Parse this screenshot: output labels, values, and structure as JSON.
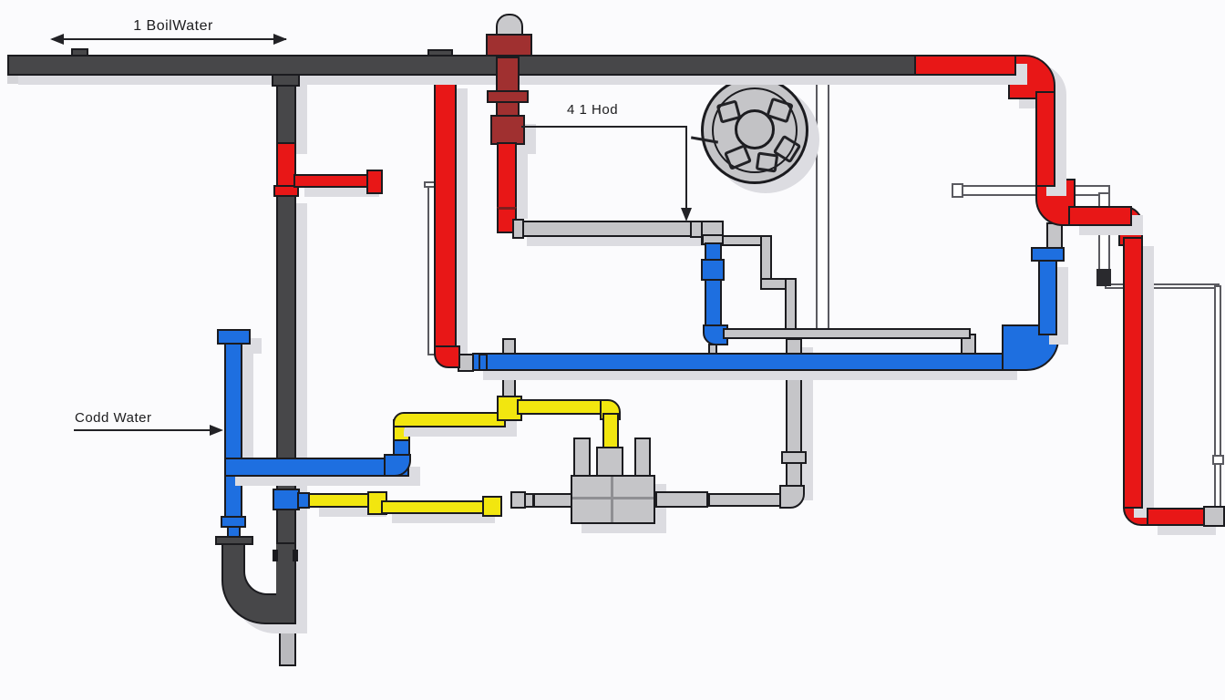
{
  "labels": {
    "dimension_top": "1 BoilWater",
    "cold_water": "Codd Water",
    "head": "4 1 Hod"
  },
  "colors": {
    "hot_water": "#e81717",
    "hot_water_dark": "#a03030",
    "cold_water": "#1e6fe0",
    "yellow_pipe": "#f2e60f",
    "dark_pipe": "#474749",
    "fitting_gray": "#c5c5c8",
    "outline": "#1b1b1f",
    "thin_outline": "#5a5a60",
    "shadow": "#dcdce1",
    "background": "#fbfbfd"
  }
}
